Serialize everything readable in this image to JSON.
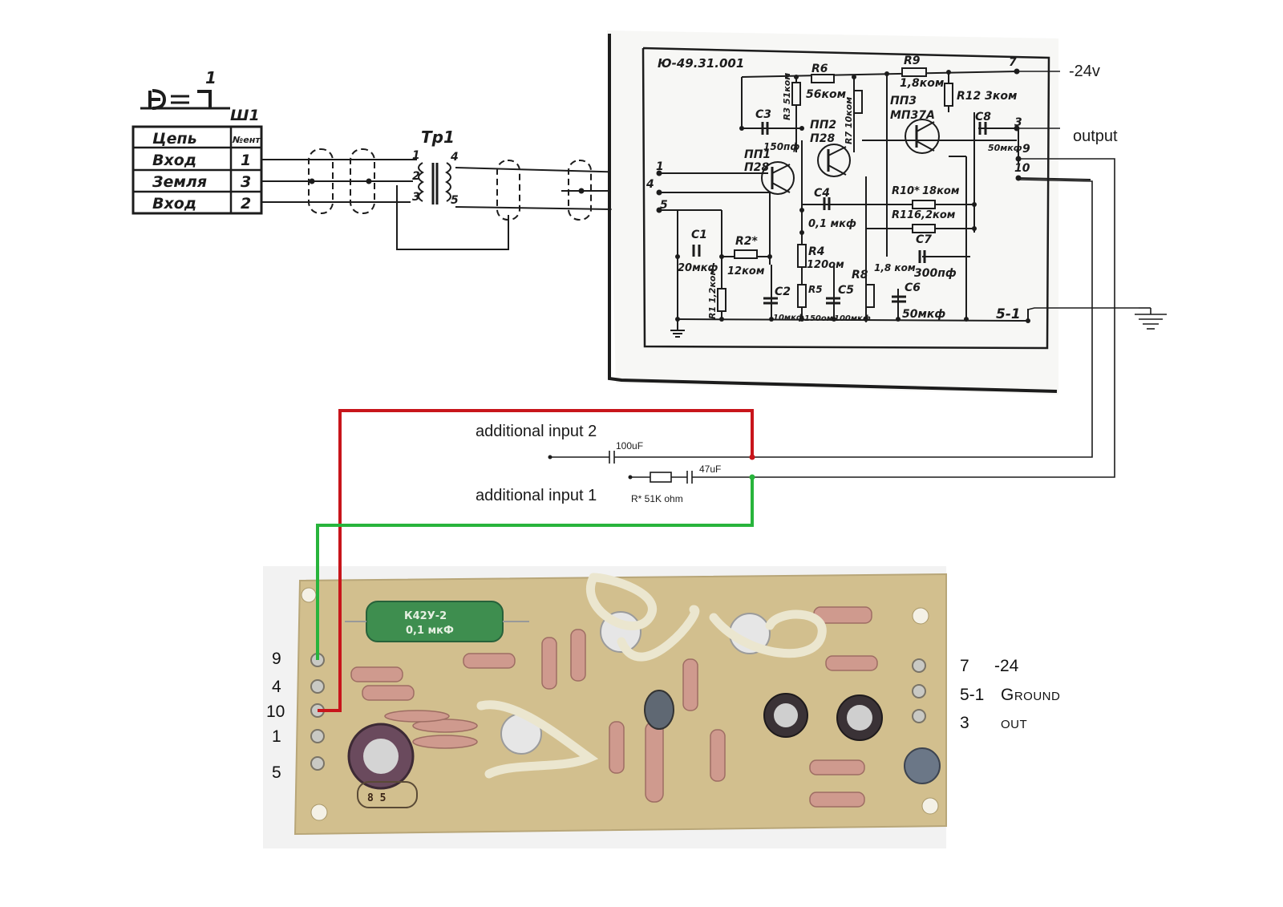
{
  "connector": {
    "designator_top": "1",
    "designator": "Ш1",
    "header_left": "Цепь",
    "header_right": "№ент",
    "rows": [
      {
        "name": "Вход",
        "pin": "1"
      },
      {
        "name": "Земля",
        "pin": "3"
      },
      {
        "name": "Вход",
        "pin": "2"
      }
    ]
  },
  "transformer": {
    "name": "Тр1",
    "pins": [
      "1",
      "2",
      "3",
      "4",
      "5"
    ]
  },
  "schematic": {
    "doc_number": "Ю-49.31.001",
    "terminals": {
      "t1": "1",
      "t4": "4",
      "t5": "5",
      "t7": "7",
      "t3": "3",
      "t9": "9",
      "t10": "10",
      "t51": "5-1"
    },
    "components": {
      "r6": "R6",
      "r6_val": "56ком",
      "r9": "R9",
      "r9_val": "1,8ком",
      "r12": "R12 3ком",
      "r3": "R3 51ком",
      "r7": "R7 10ком",
      "c3": "C3",
      "c3_val": "150пф",
      "q1": "ПП1",
      "q1_type": "П28",
      "q2": "ПП2",
      "q2_type": "П28",
      "q3": "ПП3",
      "q3_type": "МП37А",
      "c8": "C8",
      "c8_val": "50мкф",
      "c4": "C4",
      "c4_val": "0,1 мкф",
      "r10": "R10*",
      "r10_val": "18ком",
      "r11": "R11",
      "r11_val": "6,2ком",
      "c7": "C7",
      "c7_val": "300пф",
      "c1": "C1",
      "c1_val": "20мкф",
      "r2": "R2*",
      "r2_val": "12ком",
      "r4": "R4",
      "r4_val": "120ом",
      "r8": "R8",
      "r8_val": "1,8 ком",
      "r1": "R1 1,2ком",
      "c2": "C2",
      "c2_val": "10мкф",
      "r5": "R5",
      "r5_val": "150ом",
      "c5": "C5",
      "c5_val": "100мкф",
      "c6": "C6",
      "c6_val": "50мкф"
    }
  },
  "annotations": {
    "supply": "-24v",
    "output": "output",
    "input2": "additional input 2",
    "input1": "additional input 1",
    "cap_100": "100uF",
    "cap_47": "47uF",
    "resistor": "R* 51K ohm"
  },
  "board": {
    "left_pins": [
      "9",
      "4",
      "10",
      "1",
      "5"
    ],
    "right_pins": [
      {
        "num": "7",
        "label": "-24"
      },
      {
        "num": "5-1",
        "label": "Ground"
      },
      {
        "num": "3",
        "label": "out"
      }
    ],
    "cap_marking": "К42У-2",
    "cap_value": "0,1 мкФ",
    "date_stamp": "8 5"
  },
  "colors": {
    "wire_red": "#c8151b",
    "wire_green": "#28b43c",
    "pcb": "#d2bf8e",
    "ink": "#1c1c1c"
  }
}
